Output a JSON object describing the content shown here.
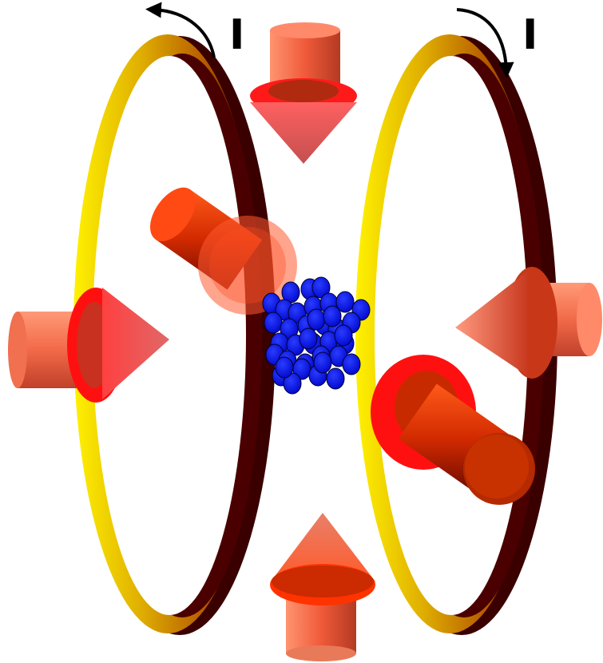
{
  "labels": {
    "current_left": "I",
    "current_right": "I"
  },
  "colors": {
    "coil_bright": "#ffe600",
    "coil_mid": "#c88400",
    "coil_dark": "#3a0000",
    "beam_light": "#ff8a6a",
    "beam_dark": "#7a0a00",
    "beam_rim": "#ff1010",
    "atom_fill": "#0a1cff",
    "atom_stroke": "#000033",
    "arrow": "#000000"
  },
  "coils": [
    {
      "name": "left-coil"
    },
    {
      "name": "right-coil"
    }
  ],
  "beams": [
    {
      "name": "top-laser-beam",
      "direction": "down"
    },
    {
      "name": "bottom-laser-beam",
      "direction": "up"
    },
    {
      "name": "left-laser-beam",
      "direction": "right"
    },
    {
      "name": "right-laser-beam",
      "direction": "left"
    },
    {
      "name": "back-laser-beam",
      "direction": "toward-center"
    },
    {
      "name": "front-laser-beam",
      "direction": "toward-center"
    }
  ],
  "atom_cloud": {
    "name": "atom-cloud"
  }
}
